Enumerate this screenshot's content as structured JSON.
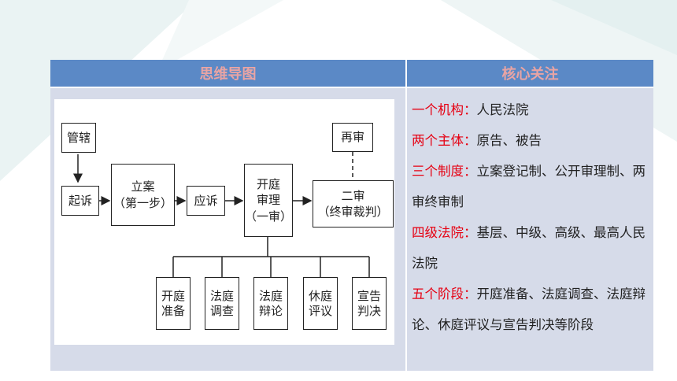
{
  "header": {
    "left": "思维导图",
    "right": "核心关注"
  },
  "diagram": {
    "guanxia": "管辖",
    "qisu": "起诉",
    "lian_1": "立案",
    "lian_2": "（第一步）",
    "yingsu": "应诉",
    "kaiting_1": "开庭",
    "kaiting_2": "审理",
    "kaiting_3": "（一审）",
    "zaishen": "再审",
    "ershen_1": "二审",
    "ershen_2": "（终审裁判）",
    "stages": [
      {
        "l1": "开庭",
        "l2": "准备"
      },
      {
        "l1": "法庭",
        "l2": "调查"
      },
      {
        "l1": "法庭",
        "l2": "辩论"
      },
      {
        "l1": "休庭",
        "l2": "评议"
      },
      {
        "l1": "宣告",
        "l2": "判决"
      }
    ]
  },
  "notes": {
    "n1": {
      "key": "一个机构：",
      "text": "人民法院"
    },
    "n2": {
      "key": "两个主体：",
      "text": "原告、被告"
    },
    "n3": {
      "key": "三个制度：",
      "text": "立案登记制、公开审理制、两审终审制"
    },
    "n4": {
      "key": "四级法院：",
      "text": "基层、中级、高级、最高人民法院"
    },
    "n5": {
      "key": "五个阶段：",
      "text": "开庭准备、法庭调查、法庭辩论、休庭评议与宣告判决等阶段"
    }
  },
  "colors": {
    "header": "#5b89c6",
    "header_text": "#e8a4a4",
    "cell": "#d6dbe9",
    "key": "#e60012"
  }
}
